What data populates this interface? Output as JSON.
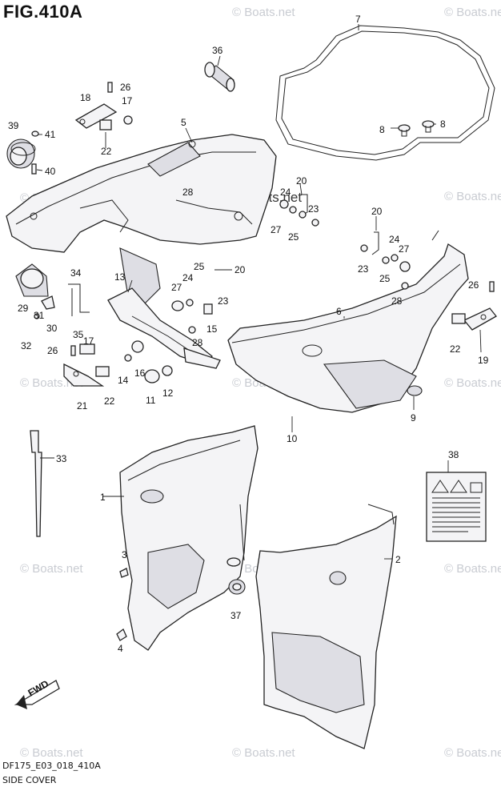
{
  "figure": {
    "title": "FIG.410A",
    "code": "DF175_E03_018_410A",
    "name": "SIDE COVER"
  },
  "watermark": {
    "text": "© Boats.net"
  },
  "callouts": [
    "1",
    "2",
    "3",
    "4",
    "5",
    "6",
    "7",
    "8",
    "8",
    "9",
    "10",
    "11",
    "12",
    "13",
    "14",
    "15",
    "16",
    "17",
    "17",
    "18",
    "19",
    "20",
    "20",
    "20",
    "21",
    "22",
    "22",
    "22",
    "23",
    "23",
    "23",
    "24",
    "24",
    "24",
    "25",
    "25",
    "25",
    "26",
    "26",
    "26",
    "27",
    "27",
    "27",
    "28",
    "28",
    "28",
    "29",
    "30",
    "31",
    "32",
    "33",
    "34",
    "35",
    "36",
    "37",
    "38",
    "39",
    "40",
    "41"
  ],
  "fwd_label": "FWD",
  "colors": {
    "line": "#222222",
    "part_fill": "#f4f4f6",
    "shade": "#dedee4",
    "watermark": "#c9ccd2"
  }
}
